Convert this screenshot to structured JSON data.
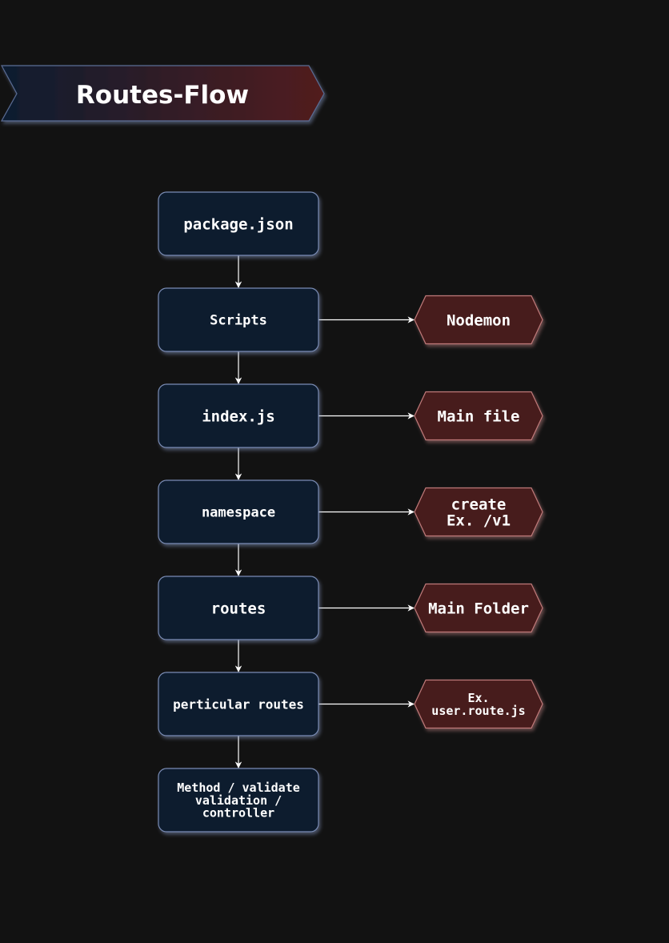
{
  "title": "Routes-Flow",
  "colors": {
    "background": "#121212",
    "box_fill": "#0c1a2e",
    "box_stroke": "#7a8cb4",
    "hex_fill": "#461c1c",
    "hex_stroke": "#c07a7a",
    "arrow": "#ffffff",
    "banner_left": "#0e1c30",
    "banner_right": "#521e1e"
  },
  "flow_steps": [
    {
      "id": "package-json",
      "lines": [
        "package.json"
      ]
    },
    {
      "id": "scripts",
      "lines": [
        "Scripts"
      ]
    },
    {
      "id": "index-js",
      "lines": [
        "index.js"
      ]
    },
    {
      "id": "namespace",
      "lines": [
        "namespace"
      ]
    },
    {
      "id": "routes",
      "lines": [
        "routes"
      ]
    },
    {
      "id": "particular-routes",
      "lines": [
        "perticular routes"
      ]
    },
    {
      "id": "method-validate",
      "lines": [
        "Method / validate",
        "validation /",
        "controller"
      ]
    }
  ],
  "side_notes": [
    {
      "id": "nodemon",
      "from": "scripts",
      "lines": [
        "Nodemon"
      ]
    },
    {
      "id": "main-file",
      "from": "index-js",
      "lines": [
        "Main file"
      ]
    },
    {
      "id": "create-v1",
      "from": "namespace",
      "lines": [
        "create",
        "Ex. /v1"
      ]
    },
    {
      "id": "main-folder",
      "from": "routes",
      "lines": [
        "Main Folder"
      ]
    },
    {
      "id": "user-route",
      "from": "particular-routes",
      "lines": [
        "Ex.",
        "user.route.js"
      ]
    }
  ]
}
